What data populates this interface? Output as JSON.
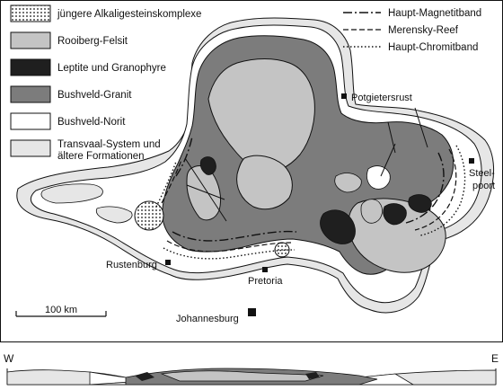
{
  "legend": {
    "items": [
      {
        "label": "jüngere Alkaligesteinskomplexe",
        "fill": "pattern-dots"
      },
      {
        "label": "Rooiberg-Felsit",
        "fill": "#c4c4c4"
      },
      {
        "label": "Leptite und Granophyre",
        "fill": "#1f1f1f"
      },
      {
        "label": "Bushveld-Granit",
        "fill": "#7c7c7c"
      },
      {
        "label": "Bushveld-Norit",
        "fill": "#ffffff"
      },
      {
        "label": "Transvaal-System und",
        "label2": "ältere Formationen",
        "fill": "#e6e6e6"
      }
    ],
    "lines": [
      {
        "label": "Haupt-Magnetitband",
        "style": "dash-dot"
      },
      {
        "label": "Merensky-Reef",
        "style": "dashed"
      },
      {
        "label": "Haupt-Chromitband",
        "style": "dotted"
      }
    ]
  },
  "places": {
    "potgietersrust": "Potgietersrust",
    "steelpoort_1": "Steel-",
    "steelpoort_2": "poort",
    "rustenburg": "Rustenburg",
    "pretoria": "Pretoria",
    "johannesburg": "Johannesburg"
  },
  "scale": {
    "label": "100 km"
  },
  "profile": {
    "west": "W",
    "east": "E"
  },
  "colors": {
    "transvaal": "#e6e6e6",
    "norit": "#ffffff",
    "granit": "#7c7c7c",
    "felsit": "#c4c4c4",
    "leptite": "#1f1f1f",
    "outline": "#111111"
  }
}
